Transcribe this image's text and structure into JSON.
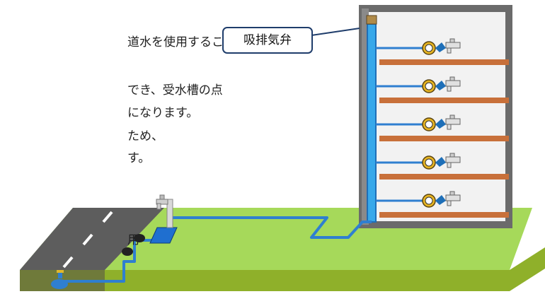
{
  "description_lines": [
    "道水を使用するこ",
    "でき、受水槽の点",
    "になります。",
    "ため、",
    "す。",
    "用"
  ],
  "callout": {
    "label": "吸排気弁"
  },
  "floors": 5,
  "colors": {
    "pipe": "#2f7fd0",
    "riser": "#37a8ea",
    "ground_top": "#a6d95a",
    "ground_side": "#8fb02a",
    "road": "#5d5d5d",
    "building_frame": "#6b6b6b",
    "floor_slab": "#c8703a",
    "callout_border": "#1f3d6b"
  }
}
